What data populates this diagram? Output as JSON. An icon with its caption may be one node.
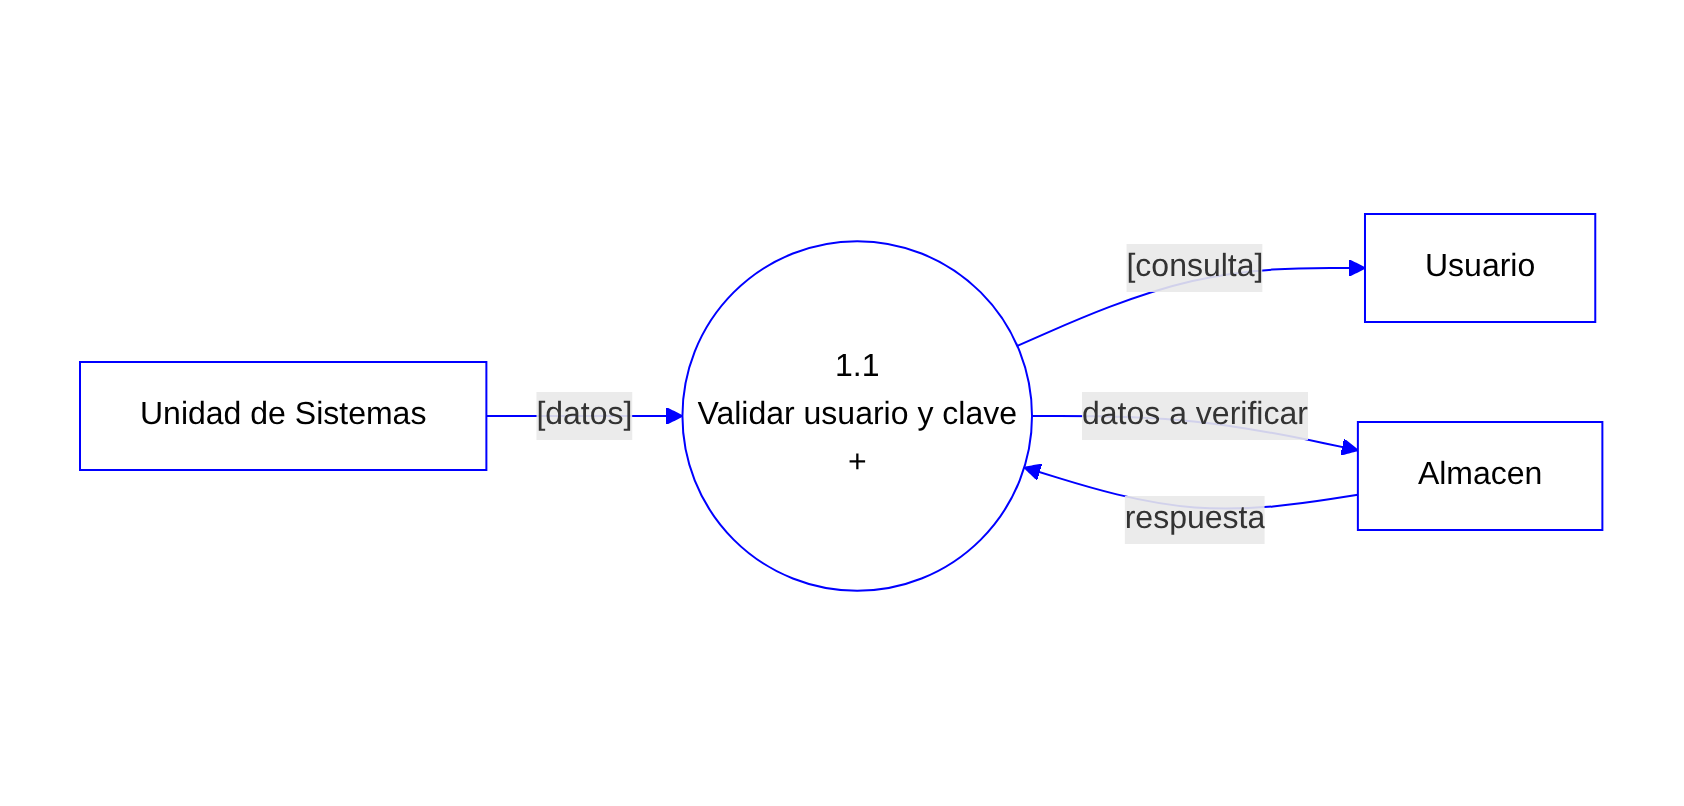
{
  "diagram": {
    "nodes": [
      {
        "text": [
          "Unidad de Sistemas"
        ]
      },
      {
        "text": [
          "1.1",
          "Validar usuario y clave",
          "+"
        ]
      },
      {
        "text": [
          "Usuario"
        ]
      },
      {
        "text": [
          "Almacen"
        ]
      }
    ],
    "edges": [
      {
        "from": 0,
        "to": 1,
        "arrow": "to",
        "label": "[datos]"
      },
      {
        "from": 1,
        "to": 2,
        "arrow": "to",
        "label": "[consulta]"
      },
      {
        "from": 1,
        "to": 3,
        "arrow": "to",
        "label": "datos a verificar"
      },
      {
        "from": 3,
        "to": 1,
        "arrow": "to",
        "label": "respuesta"
      }
    ]
  }
}
